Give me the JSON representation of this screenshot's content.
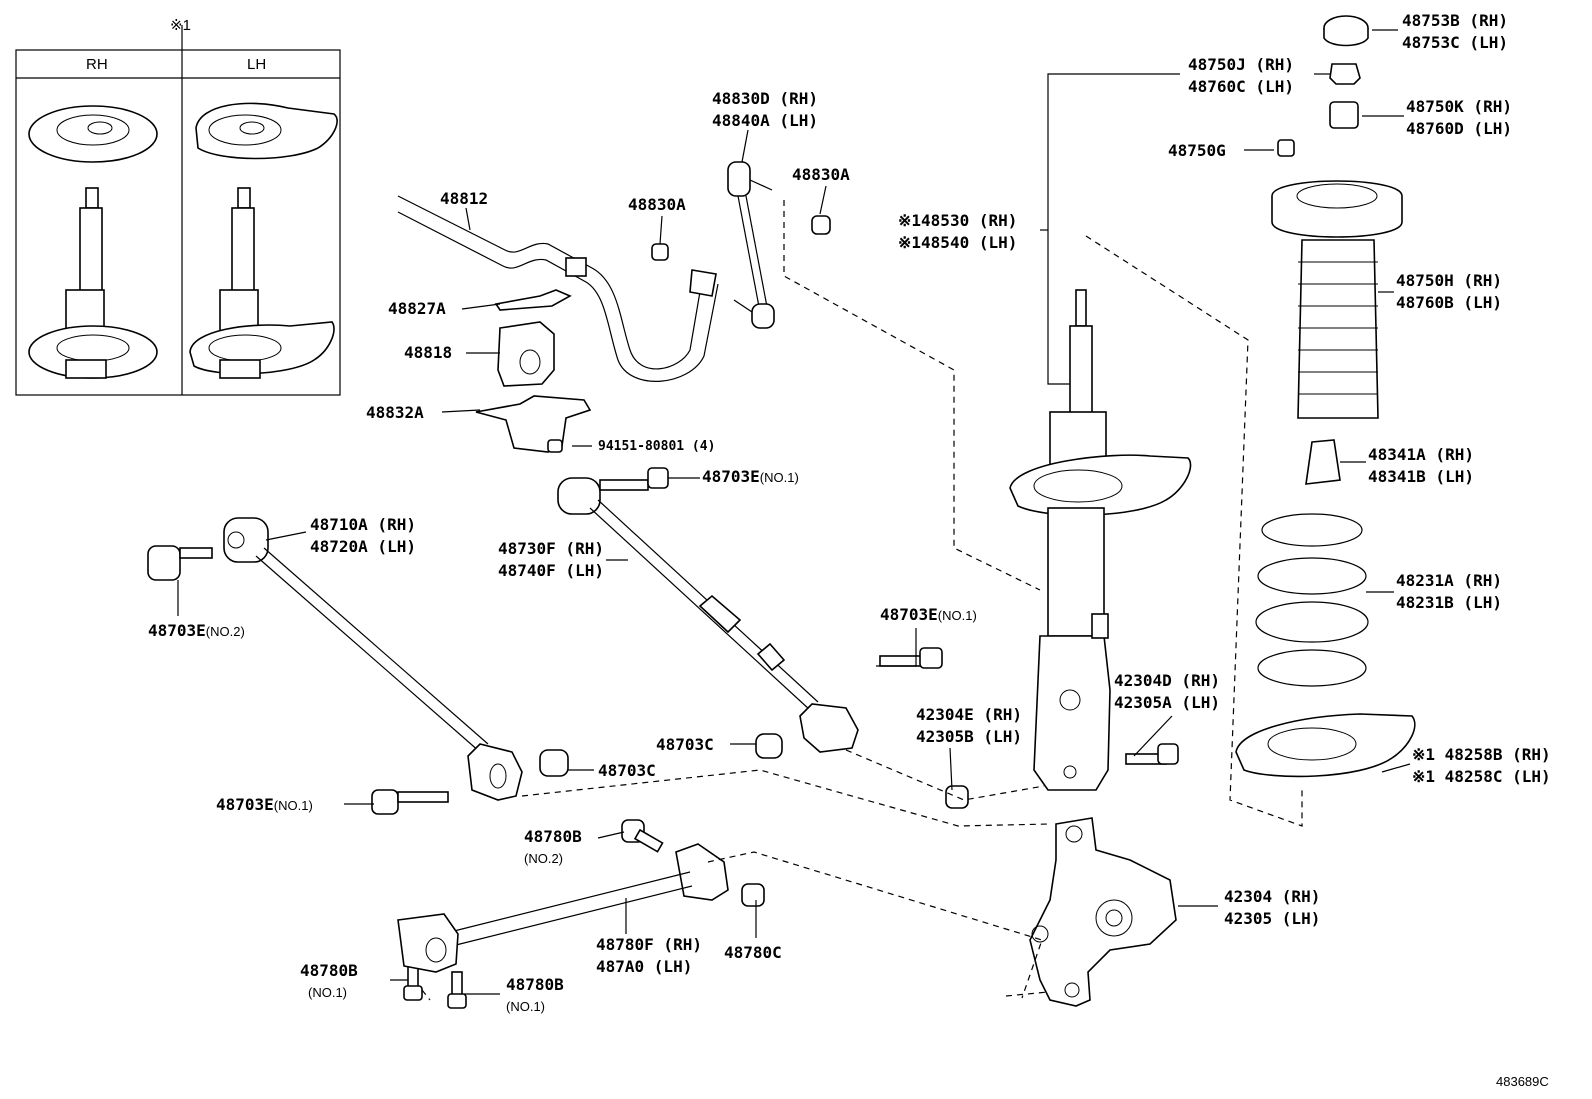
{
  "inset": {
    "note": "※1",
    "left_header": "RH",
    "right_header": "LH"
  },
  "figure_id": "483689C",
  "labels": {
    "p48753": [
      "48753B (RH)",
      "48753C (LH)"
    ],
    "p48750j": [
      "48750J (RH)",
      "48760C (LH)"
    ],
    "p48750k": [
      "48750K (RH)",
      "48760D (LH)"
    ],
    "p48750g": "48750G",
    "p48530": [
      "※148530 (RH)",
      "※148540 (LH)"
    ],
    "p48750h": [
      "48750H (RH)",
      "48760B (LH)"
    ],
    "p48341": [
      "48341A (RH)",
      "48341B (LH)"
    ],
    "p48231": [
      "48231A (RH)",
      "48231B (LH)"
    ],
    "p48258": [
      "※1 48258B (RH)",
      "※1 48258C (LH)"
    ],
    "p48830d": [
      "48830D (RH)",
      "48840A (LH)"
    ],
    "p48830a_r": "48830A",
    "p48830a_l": "48830A",
    "p48812": "48812",
    "p48827a": "48827A",
    "p48818": "48818",
    "p48832a": "48832A",
    "p94151": "94151-80801 (4)",
    "p48703e_top": {
      "code": "48703E",
      "sub": "(NO.1)"
    },
    "p48710a": [
      "48710A (RH)",
      "48720A (LH)"
    ],
    "p48730f": [
      "48730F (RH)",
      "48740F (LH)"
    ],
    "p48703e_no2": {
      "code": "48703E",
      "sub": "(NO.2)"
    },
    "p48703e_mid": {
      "code": "48703E",
      "sub": "(NO.1)"
    },
    "p42304d": [
      "42304D (RH)",
      "42305A (LH)"
    ],
    "p42304e": [
      "42304E (RH)",
      "42305B (LH)"
    ],
    "p48703c_a": "48703C",
    "p48703c_b": "48703C",
    "p48703e_low": {
      "code": "48703E",
      "sub": "(NO.1)"
    },
    "p48780b_top": {
      "code": "48780B",
      "sub": "(NO.2)"
    },
    "p42304": [
      "42304 (RH)",
      "42305 (LH)"
    ],
    "p48780f": [
      "48780F (RH)",
      "487A0 (LH)"
    ],
    "p48780c": "48780C",
    "p48780b_l": {
      "code": "48780B",
      "sub": "(NO.1)"
    },
    "p48780b_r": {
      "code": "48780B",
      "sub": "(NO.1)"
    }
  }
}
